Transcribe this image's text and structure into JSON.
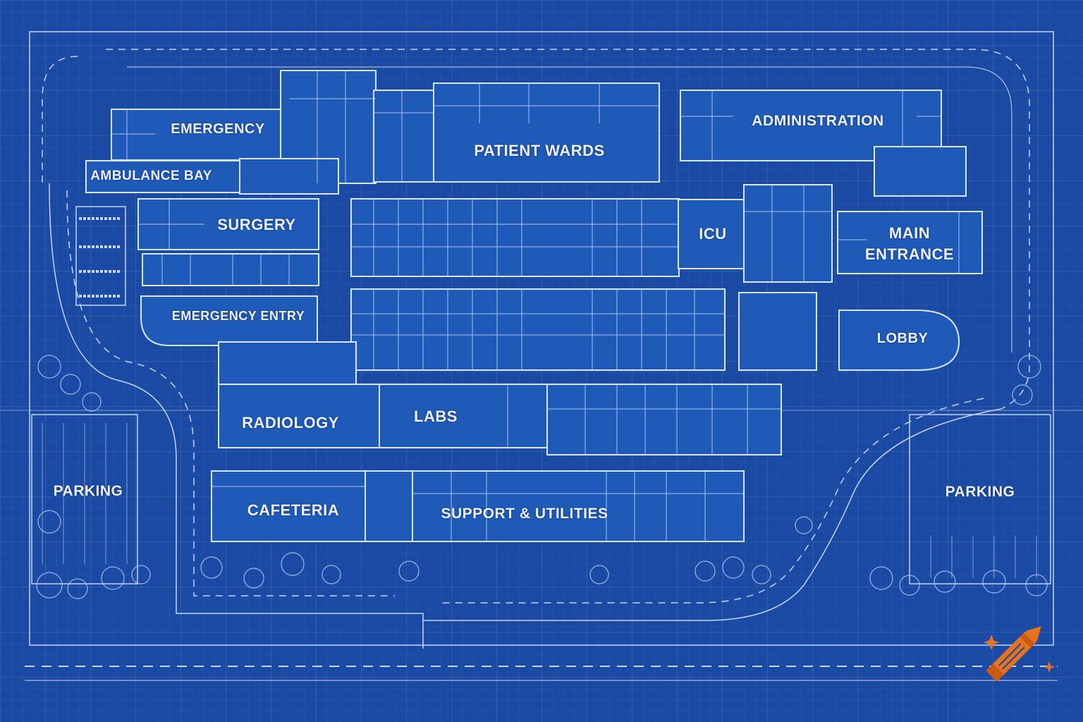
{
  "colors": {
    "background": "#1a4aa3",
    "block_fill": "#1f5ab8",
    "line": "#d8e6ff",
    "tree": "#bcd2f5",
    "pencil_accent": "#e8731f"
  },
  "labels": {
    "emergency": "EMERGENCY",
    "ambulance_bay": "AMBULANCE BAY",
    "patient_wards": "PATIENT WARDS",
    "administration": "ADMINISTRATION",
    "surgery": "SURGERY",
    "icu": "ICU",
    "main_entrance": "MAIN\nENTRANCE",
    "emergency_entry": "EMERGENCY ENTRY",
    "lobby": "LOBBY",
    "radiology": "RADIOLOGY",
    "labs": "LABS",
    "parking_left": "PARKING",
    "parking_right": "PARKING",
    "cafeteria": "CAFETERIA",
    "support_utilities": "SUPPORT & UTILITIES"
  },
  "icons": {
    "watermark": "pencil-icon"
  }
}
